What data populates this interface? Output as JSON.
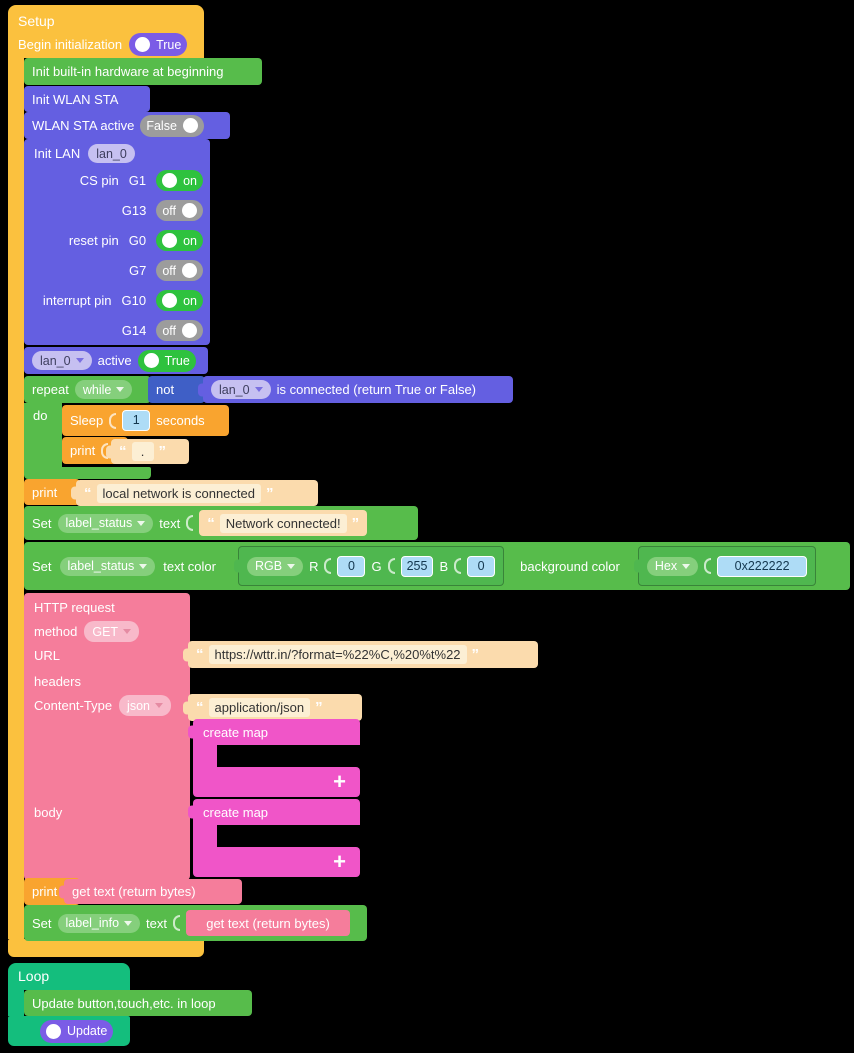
{
  "colors": {
    "background": "#000000",
    "setup_block": "#FBC13E",
    "action_orange": "#F9A42F",
    "green_block": "#57BC4B",
    "light_green_pill": "#85CF7C",
    "purple_block": "#645FE1",
    "lavender_pill": "#C6C0F1",
    "not_blue": "#3F5FC6",
    "http_pink": "#F57D9B",
    "light_pink_pill": "#F8B9CA",
    "map_magenta": "#F055C8",
    "loop_teal": "#14BE7D",
    "toggle_on": "#2EC23E",
    "toggle_off": "#9C9C9C",
    "toggle_purple": "#7B5CE6",
    "number_field": "#AEDCF6",
    "string_block": "#FBDBAD"
  },
  "setup": {
    "title": "Setup",
    "begin_initialization": {
      "label": "Begin initialization",
      "value": "True"
    },
    "init_hardware": "Init built-in hardware at beginning",
    "init_wlan": "Init WLAN STA",
    "wlan_active": {
      "label": "WLAN STA active",
      "value": "False"
    },
    "init_lan": {
      "label": "Init LAN",
      "variable": "lan_0",
      "pins": [
        {
          "name": "CS pin",
          "pin": "G1",
          "state": "on"
        },
        {
          "name": "",
          "pin": "G13",
          "state": "off"
        },
        {
          "name": "reset pin",
          "pin": "G0",
          "state": "on"
        },
        {
          "name": "",
          "pin": "G7",
          "state": "off"
        },
        {
          "name": "interrupt pin",
          "pin": "G10",
          "state": "on"
        },
        {
          "name": "",
          "pin": "G14",
          "state": "off"
        }
      ]
    },
    "lan_active": {
      "variable": "lan_0",
      "label": "active",
      "value": "True"
    },
    "repeat": {
      "label": "repeat",
      "mode": "while",
      "not_label": "not",
      "condition_variable": "lan_0",
      "condition_label": "is connected (return True or False)",
      "do_label": "do",
      "sleep": {
        "label": "Sleep",
        "value": "1",
        "unit": "seconds"
      },
      "inner_print": {
        "label": "print",
        "value": "."
      }
    },
    "print_connected": {
      "label": "print",
      "value": "local network is connected"
    },
    "set_text": {
      "set": "Set",
      "variable": "label_status",
      "text_label": "text",
      "value": "Network connected!"
    },
    "set_color": {
      "set": "Set",
      "variable": "label_status",
      "text_color_label": "text color",
      "mode": "RGB",
      "r_label": "R",
      "r": "0",
      "g_label": "G",
      "g": "255",
      "b_label": "B",
      "b": "0",
      "bg_label": "background color",
      "bg_mode": "Hex",
      "bg_value": "0x222222"
    },
    "http": {
      "title": "HTTP request",
      "method_label": "method",
      "method": "GET",
      "url_label": "URL",
      "url": "https://wttr.in/?format=%22%C,%20%t%22",
      "headers_label": "headers",
      "content_type_label": "Content-Type",
      "content_type": "json",
      "content_type_value": "application/json",
      "headers_map": "create map",
      "body_label": "body",
      "body_map": "create map",
      "plus": "+"
    },
    "print_response": {
      "label": "print",
      "value": "get text (return bytes)"
    },
    "set_info": {
      "set": "Set",
      "variable": "label_info",
      "text_label": "text",
      "value": "get text (return bytes)"
    }
  },
  "loop": {
    "title": "Loop",
    "update_block": "Update button,touch,etc. in loop",
    "update_toggle": "Update"
  }
}
